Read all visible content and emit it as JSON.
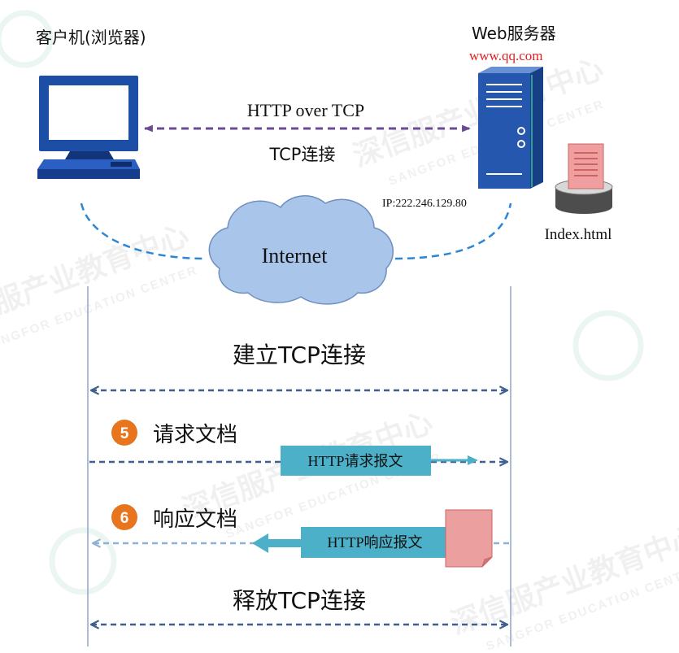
{
  "client": {
    "label": "客户机(浏览器)",
    "icon": "monitor-icon"
  },
  "server": {
    "label": "Web服务器",
    "domain": "www.qq.com",
    "ip": "IP:222.246.129.80",
    "file": "Index.html",
    "icon": "server-icon",
    "file_icon": "document-icon",
    "storage_icon": "disk-icon"
  },
  "connection": {
    "protocol": "HTTP over TCP",
    "transport": "TCP连接"
  },
  "network": {
    "label": "Internet",
    "icon": "cloud-icon"
  },
  "sequence": {
    "establish": {
      "label": "建立TCP连接"
    },
    "request": {
      "step": "5",
      "label": "请求文档",
      "message": "HTTP请求报文"
    },
    "response": {
      "step": "6",
      "label": "响应文档",
      "message": "HTTP响应报文"
    },
    "release": {
      "label": "释放TCP连接"
    }
  },
  "colors": {
    "device_blue": "#1f4fa6",
    "domain_red": "#e02020",
    "protocol_purple": "#6a4c93",
    "link_blue": "#2b86d6",
    "sequence_arrow": "#3e5f92",
    "response_arrow": "#8fb0d8",
    "message_box": "#4bb0c8",
    "step_badge": "#e8741e",
    "document_pink": "#ec9f9f"
  },
  "watermark": {
    "cn": "深信服产业教育中心",
    "en": "SANGFOR EDUCATION CENTER"
  }
}
